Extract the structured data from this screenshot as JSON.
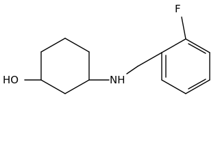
{
  "molecule": {
    "labels": {
      "hydroxyl": "HO",
      "amine": "NH",
      "fluorine": "F"
    },
    "colors": {
      "bond": "#000000",
      "text": "#000000",
      "background": "#ffffff"
    }
  }
}
